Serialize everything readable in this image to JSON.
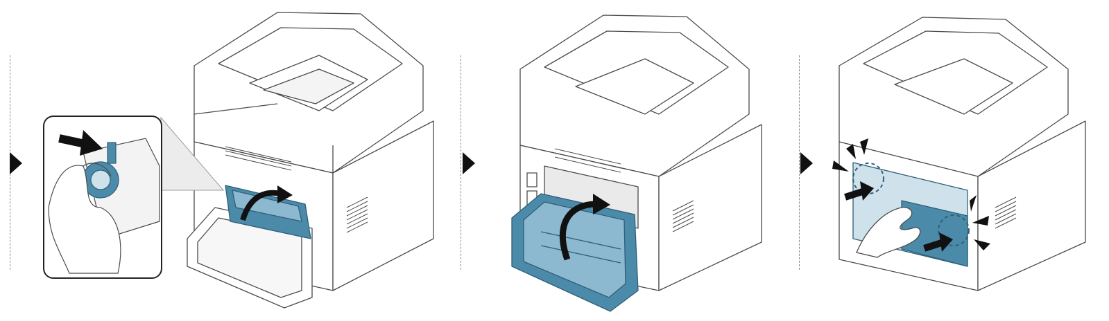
{
  "figure": {
    "steps": [
      {
        "name": "step-1",
        "illustration": "printer-rear-door-open-fuser-lever"
      },
      {
        "name": "step-2",
        "illustration": "printer-close-rear-door"
      },
      {
        "name": "step-3",
        "illustration": "printer-press-rear-cover-sides"
      }
    ],
    "colors": {
      "outline": "#4a4a4a",
      "body": "#ffffff",
      "highlight": "#4b8aa9",
      "highlight_light": "#cfe2ec",
      "arrow": "#111111",
      "divider": "#8a8a8a"
    },
    "icons": [
      "step-arrow-icon",
      "push-arrow-icon",
      "rotate-arrow-icon",
      "hand-icon",
      "zoom-callout"
    ]
  }
}
